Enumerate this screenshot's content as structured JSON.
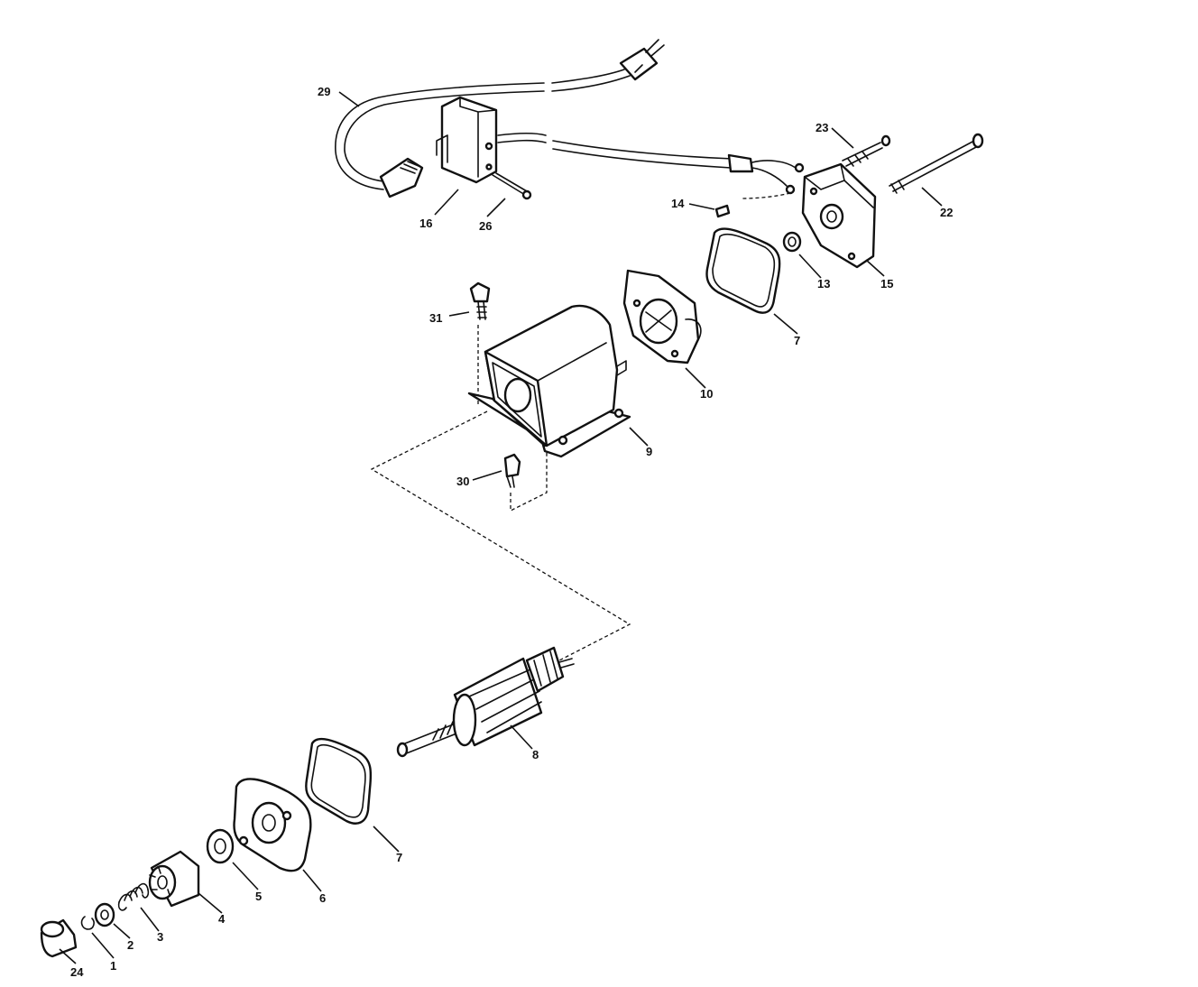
{
  "diagram": {
    "callouts": [
      {
        "id": "29",
        "label": "29"
      },
      {
        "id": "16",
        "label": "16"
      },
      {
        "id": "26",
        "label": "26"
      },
      {
        "id": "23",
        "label": "23"
      },
      {
        "id": "22",
        "label": "22"
      },
      {
        "id": "14",
        "label": "14"
      },
      {
        "id": "13",
        "label": "13"
      },
      {
        "id": "15",
        "label": "15"
      },
      {
        "id": "31",
        "label": "31"
      },
      {
        "id": "7a",
        "label": "7"
      },
      {
        "id": "10",
        "label": "10"
      },
      {
        "id": "9",
        "label": "9"
      },
      {
        "id": "30",
        "label": "30"
      },
      {
        "id": "8",
        "label": "8"
      },
      {
        "id": "7b",
        "label": "7"
      },
      {
        "id": "6",
        "label": "6"
      },
      {
        "id": "5",
        "label": "5"
      },
      {
        "id": "4",
        "label": "4"
      },
      {
        "id": "3",
        "label": "3"
      },
      {
        "id": "2",
        "label": "2"
      },
      {
        "id": "1",
        "label": "1"
      },
      {
        "id": "24",
        "label": "24"
      }
    ]
  }
}
